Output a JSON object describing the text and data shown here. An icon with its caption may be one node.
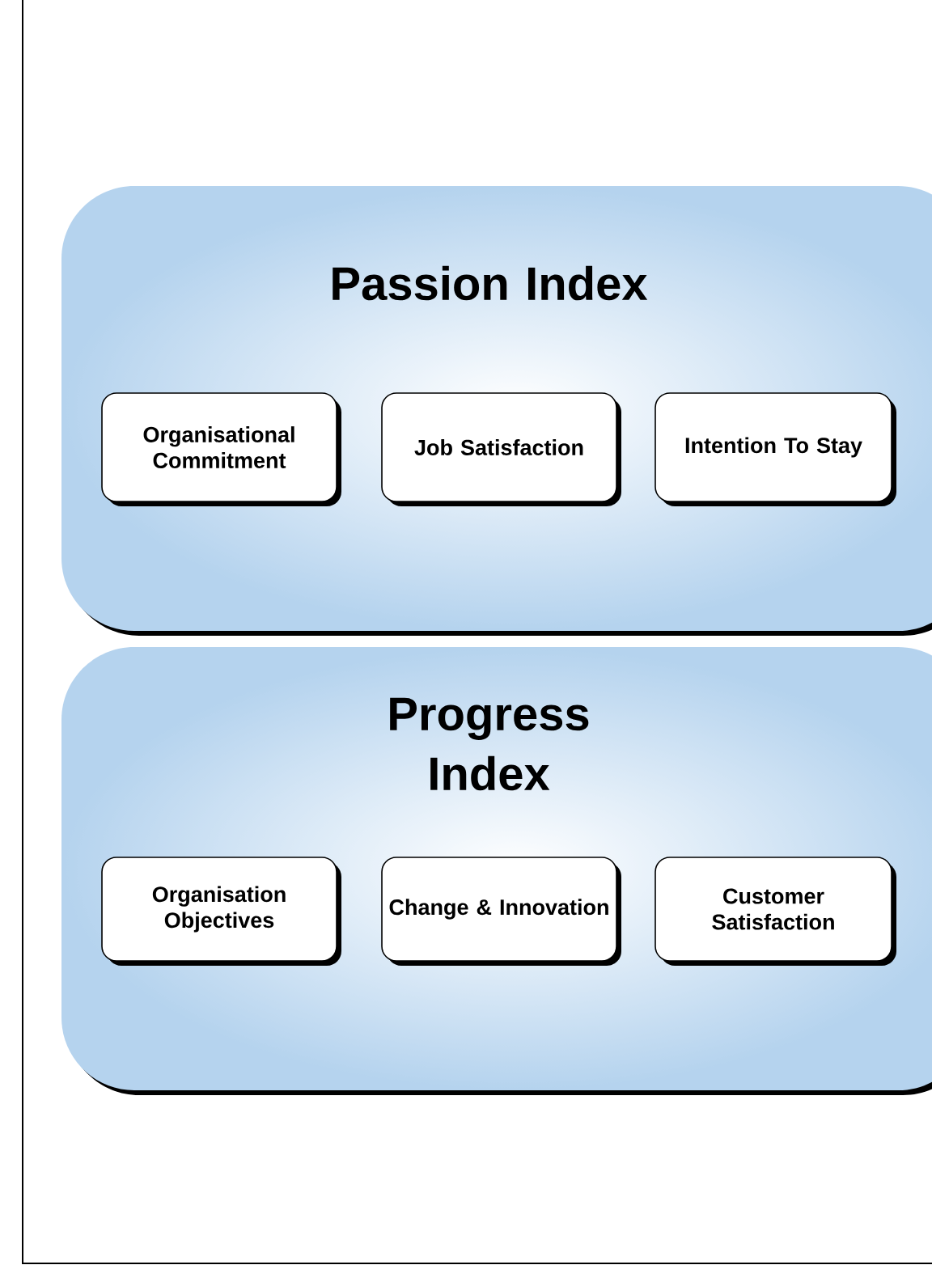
{
  "diagram": {
    "nodes": [
      {
        "text": [
          "Passion Index"
        ]
      },
      {
        "text": [
          "Organisational Commitment"
        ],
        "in": 0
      },
      {
        "text": [
          "Job Satisfaction"
        ],
        "in": 0
      },
      {
        "text": [
          "Intention To Stay"
        ],
        "in": 0
      },
      {
        "text": [
          "Progress Index"
        ]
      },
      {
        "text": [
          "Organisation Objectives"
        ],
        "in": 4
      },
      {
        "text": [
          "Change & Innovation"
        ],
        "in": 4
      },
      {
        "text": [
          "Customer Satisfaction"
        ],
        "in": 4
      }
    ]
  }
}
